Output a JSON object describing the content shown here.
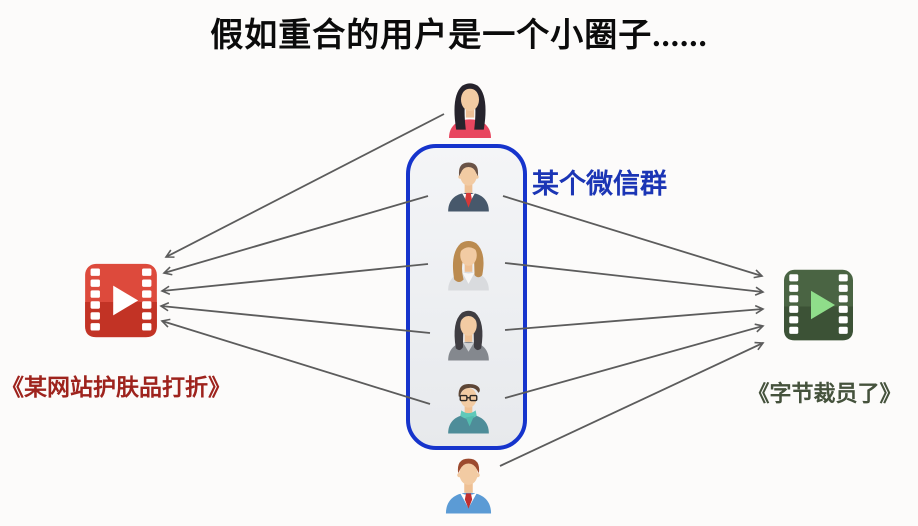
{
  "title": "假如重合的用户是一个小圈子......",
  "wechat_group": {
    "label": "某个微信群",
    "member_count": 4,
    "members": [
      "man-dark-suit-red-tie",
      "woman-golden-hair-gray-top",
      "woman-dark-hair-gray-blazer",
      "man-glasses-teal-scarf"
    ]
  },
  "outside_users": {
    "top": "woman-long-black-hair-pink-top",
    "bottom": "man-blue-jacket-red-tie"
  },
  "left_video": {
    "label": "《某网站护肤品打折》",
    "icon": "red-film-play-icon"
  },
  "right_video": {
    "label": "《字节裁员了》",
    "icon": "green-film-play-icon"
  },
  "arrows": {
    "direction": "users-to-videos",
    "to_left_video_from": [
      "top-user",
      "member-1",
      "member-2",
      "member-3",
      "member-4"
    ],
    "to_right_video_from": [
      "member-1",
      "member-2",
      "member-3",
      "member-4",
      "bottom-user"
    ]
  },
  "colors": {
    "box_border": "#1634cc",
    "group_label": "#1b35b5",
    "left_label": "#9e231d",
    "right_label": "#45523c",
    "arrow": "#5c5c5c",
    "left_video_body": "#dd4a3c",
    "right_video_body": "#44603e"
  }
}
